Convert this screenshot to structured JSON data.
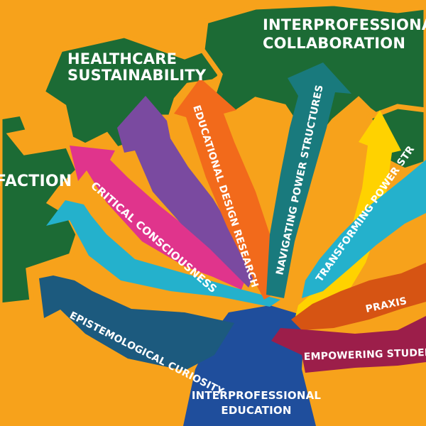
{
  "diagram": {
    "canopy_labels": {
      "left_partial": "FACTION",
      "healthcare_line1": "HEALTHCARE",
      "healthcare_line2": "SUSTAINABILITY",
      "interprof_collab_line1": "INTERPROFESSIONAL",
      "interprof_collab_line2": "COLLABORATION"
    },
    "branches": {
      "critical_consciousness": "CRITICAL CONSCIOUSNESS",
      "educational_design_research": "EDUCATIONAL DESIGN RESEARCH",
      "navigating_power_structures": "NAVIGATING POWER STRUCTURES",
      "transforming_power_structures": "TRANSFORMING POWER STR",
      "praxis": "PRAXIS",
      "empowering_students": "EMPOWERING STUDENTS",
      "epistemological_curiosity": "EPISTEMOLOGICAL CURIOSITY"
    },
    "trunk": {
      "line1": "INTERPROFESSIONAL",
      "line2": "EDUCATION"
    }
  },
  "colors": {
    "background": "#f7a21b",
    "canopy": "#1c6b35",
    "trunk": "#1f4e9c",
    "magenta": "#e0348c",
    "purple": "#7a4aa0",
    "orange": "#f26a1b",
    "teal": "#197a7d",
    "cyan": "#24b1cc",
    "yellow": "#ffd200",
    "dark_orange": "#d65413",
    "maroon": "#9c1e4a",
    "slate_blue": "#1c5a7e"
  }
}
